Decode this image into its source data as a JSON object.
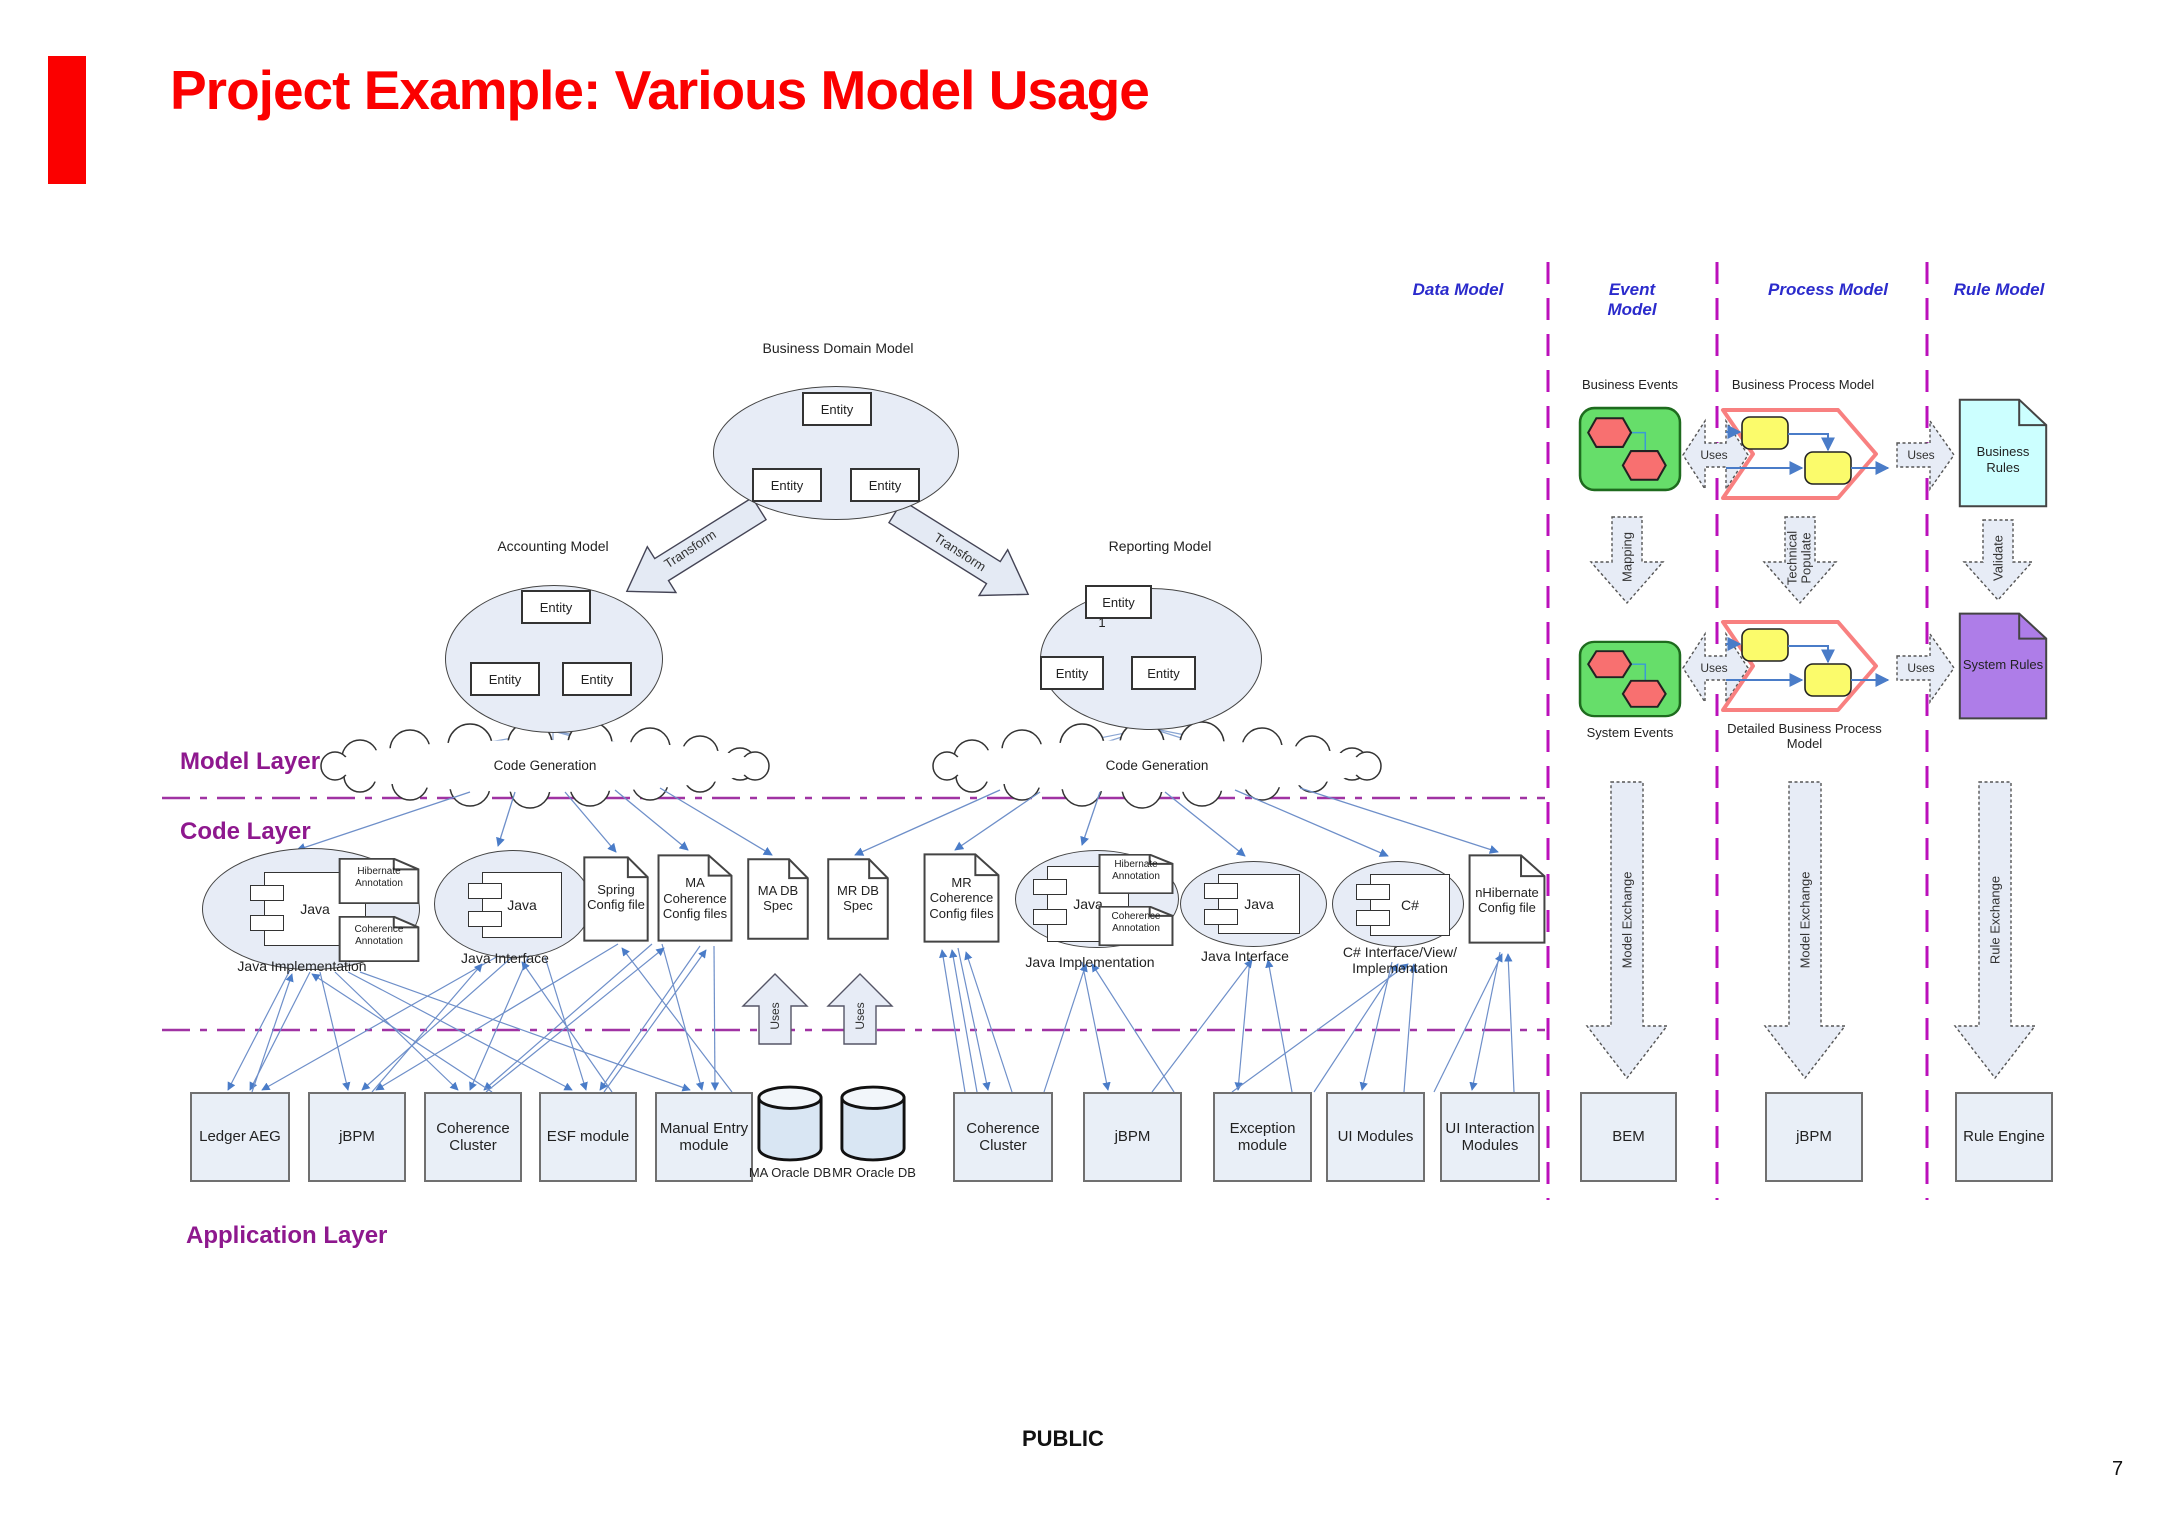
{
  "slide": {
    "title": "Project Example: Various Model Usage",
    "footer": "PUBLIC",
    "page": "7"
  },
  "columns": {
    "data": "Data Model",
    "event": "Event Model",
    "process": "Process Model",
    "rule": "Rule Model"
  },
  "layers": {
    "model": "Model Layer",
    "code": "Code Layer",
    "application": "Application Layer"
  },
  "shared": {
    "entity": "Entity",
    "uses": "Uses",
    "transform": "Transform",
    "code_generation": "Code Generation",
    "java": "Java",
    "jbpm": "jBPM",
    "coherence_cluster": "Coherence Cluster",
    "model_exchange": "Model Exchange",
    "hibernate_annotation": "Hibernate Annotation",
    "coherence_annotation": "Coherence Annotation",
    "java_implementation": "Java Implementation",
    "java_interface": "Java Interface"
  },
  "model_layer": {
    "business_domain": "Business Domain Model",
    "accounting": "Accounting Model",
    "reporting": "Reporting Model",
    "multiplicity_one": "1"
  },
  "code_layer": {
    "spring_config": "Spring Config file",
    "ma_coherence_config": "MA Coherence Config files",
    "ma_db_spec": "MA DB Spec",
    "mr_db_spec": "MR DB Spec",
    "mr_coherence_config": "MR Coherence Config files",
    "csharp": "C#",
    "csharp_interface": "C# Interface/View/ Implementation",
    "nhibernate_config": "nHibernate Config file"
  },
  "application_layer": {
    "ledger_aeg": "Ledger AEG",
    "esf_module": "ESF module",
    "manual_entry": "Manual Entry module",
    "ma_oracle_db": "MA Oracle DB",
    "mr_oracle_db": "MR Oracle DB",
    "exception_module": "Exception module",
    "ui_modules": "UI Modules",
    "ui_interaction_modules": "UI Interaction Modules",
    "bem": "BEM",
    "rule_engine": "Rule Engine"
  },
  "event_model": {
    "business_events": "Business Events",
    "system_events": "System Events",
    "mapping": "Mapping"
  },
  "process_model": {
    "business_process_model": "Business Process Model",
    "detailed_bpm": "Detailed Business Process Model",
    "technical_populate": "Technical Populate"
  },
  "rule_model": {
    "business_rules": "Business Rules",
    "system_rules": "System Rules",
    "validate": "Validate",
    "rule_exchange": "Rule Exchange"
  },
  "colors": {
    "accent_red": "#FB0000",
    "layer_purple": "#8E188E",
    "column_blue": "#2B2BCC",
    "separator_magenta": "#BB10BB",
    "connector_blue": "#6E8FC9",
    "event_green": "#66DE6A",
    "hexagon_red": "#F87070",
    "process_yellow": "#FBFB6B",
    "chevron_red": "#F88080",
    "business_rules_cyan": "#CCFFFF",
    "system_rules_purple": "#AE7DE8",
    "shape_fill": "#E7ECF6"
  }
}
